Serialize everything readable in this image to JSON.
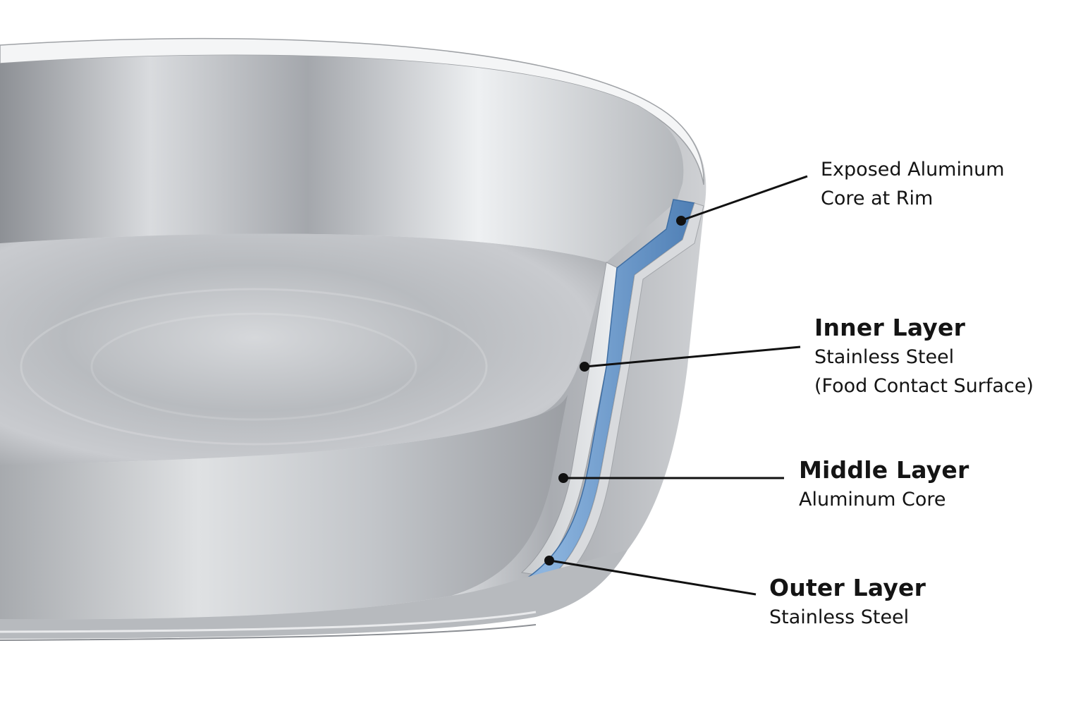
{
  "diagram": {
    "callouts": [
      {
        "id": "rim",
        "title": "",
        "lines": [
          "Exposed Aluminum",
          "Core at Rim"
        ]
      },
      {
        "id": "inner",
        "title": "Inner Layer",
        "lines": [
          "Stainless Steel",
          "(Food Contact Surface)"
        ]
      },
      {
        "id": "middle",
        "title": "Middle Layer",
        "lines": [
          "Aluminum Core"
        ]
      },
      {
        "id": "outer",
        "title": "Outer Layer",
        "lines": [
          "Stainless Steel"
        ]
      }
    ],
    "colors": {
      "background": "#ffffff",
      "steel_light": "#f2f3f5",
      "steel_mid": "#b9bcc1",
      "steel_dark": "#6f7277",
      "aluminum_core": "#7aa7d6",
      "aluminum_core_dark": "#4f7fb5",
      "leader_line": "#111111",
      "text": "#141414"
    }
  }
}
